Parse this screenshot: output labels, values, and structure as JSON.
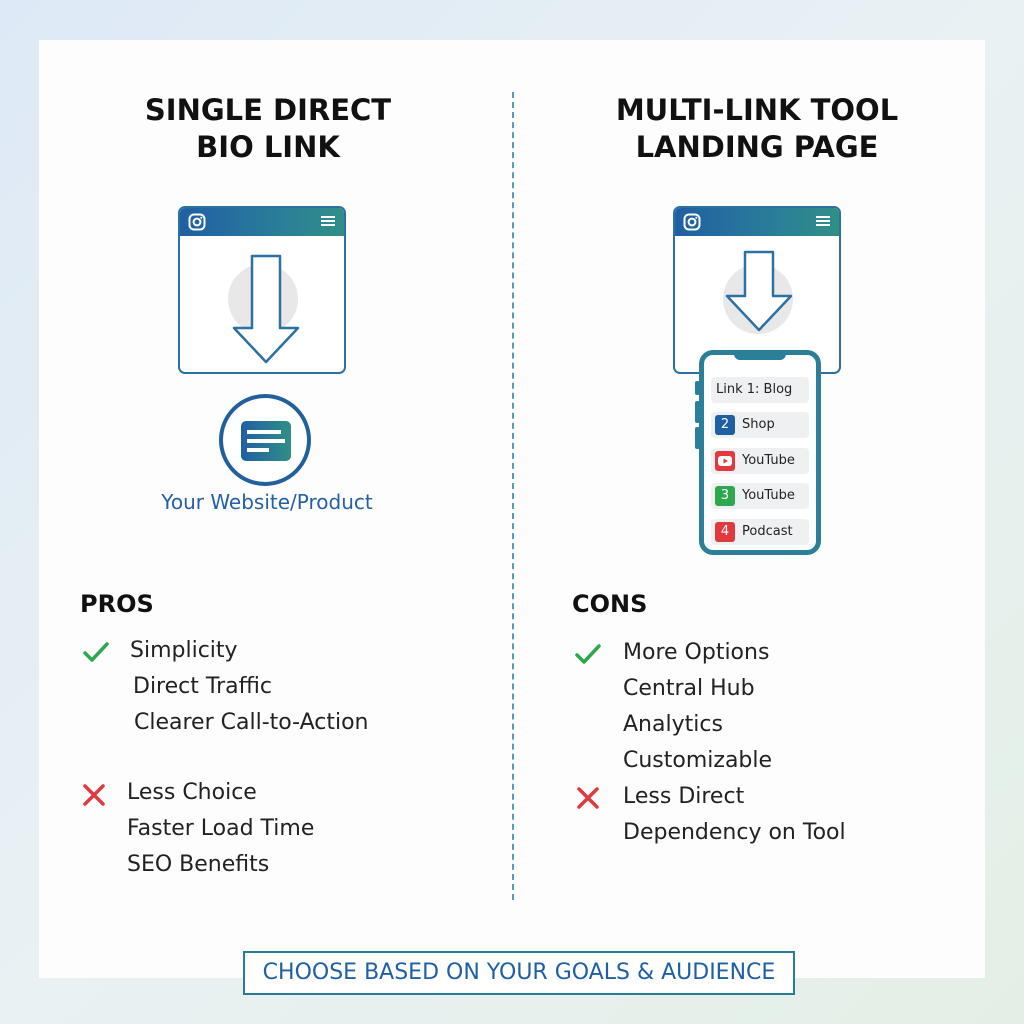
{
  "left": {
    "title_line1": "SINGLE DIRECT",
    "title_line2": "BIO LINK",
    "target_label": "Your Website/Product",
    "pros_heading": "PROS",
    "pros": [
      "Simplicity",
      "Direct Traffic",
      "Clearer Call-to-Action"
    ],
    "cons": [
      "Less Choice",
      "Faster Load Time",
      "SEO Benefits"
    ]
  },
  "right": {
    "title_line1": "MULTI-LINK TOOL",
    "title_line2": "LANDING PAGE",
    "links": [
      {
        "badge": "",
        "label": "Link 1: Blog"
      },
      {
        "badge": "2",
        "label": "Shop"
      },
      {
        "badge": "",
        "label": "YouTube"
      },
      {
        "badge": "3",
        "label": "YouTube"
      },
      {
        "badge": "4",
        "label": "Podcast"
      }
    ],
    "cons_heading": "CONS",
    "pros": [
      "More Options",
      "Central Hub",
      "Analytics",
      "Customizable"
    ],
    "cons": [
      "Less Direct",
      "Dependency on Tool"
    ]
  },
  "footer": {
    "cta": "CHOOSE BASED ON YOUR GOALS & AUDIENCE"
  },
  "colors": {
    "accent_blue": "#1f5fa3",
    "accent_teal": "#2b7f99",
    "check_green": "#2ea84f",
    "cross_red": "#e0393e"
  }
}
